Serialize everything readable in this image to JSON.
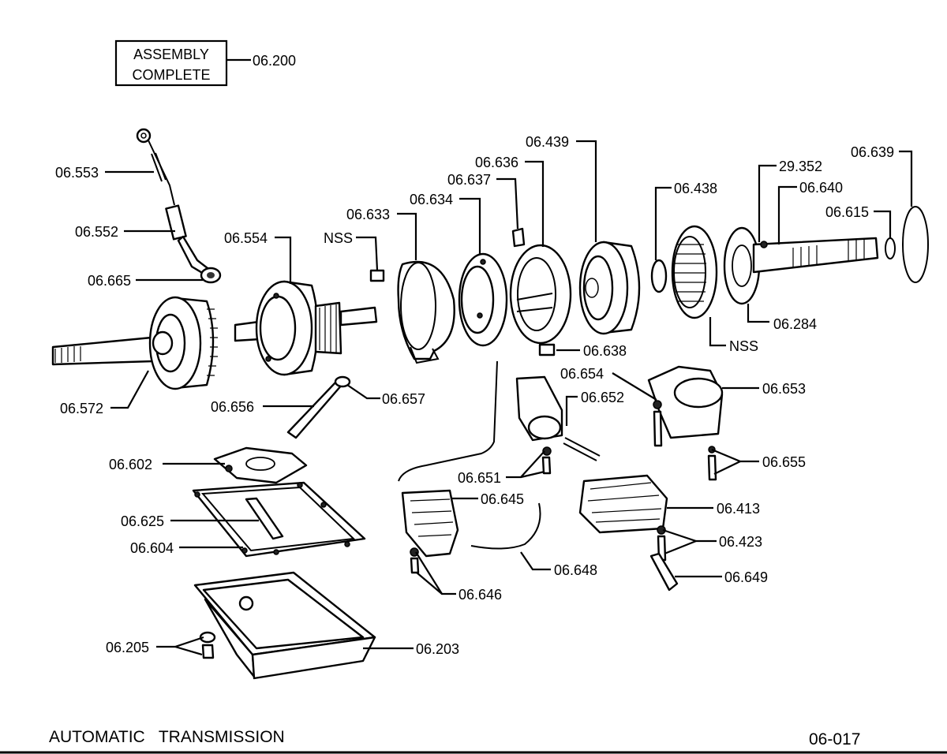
{
  "assembly_box": {
    "line1": "ASSEMBLY",
    "line2": "COMPLETE",
    "ref": "06.200"
  },
  "labels": {
    "l06553": "06.553",
    "l06552": "06.552",
    "l06665": "06.665",
    "l06554": "06.554",
    "l06572": "06.572",
    "l06656": "06.656",
    "l06657": "06.657",
    "l06602": "06.602",
    "l06625": "06.625",
    "l06604": "06.604",
    "l06205": "06.205",
    "l06203": "06.203",
    "l06633": "06.633",
    "nss1": "NSS",
    "l06634": "06.634",
    "l06637": "06.637",
    "l06636": "06.636",
    "l06439": "06.439",
    "l06638": "06.638",
    "l06438": "06.438",
    "nss2": "NSS",
    "l29352": "29.352",
    "l06640": "06.640",
    "l06615": "06.615",
    "l06639": "06.639",
    "l06284": "06.284",
    "l06654": "06.654",
    "l06652": "06.652",
    "l06653": "06.653",
    "l06651": "06.651",
    "l06655": "06.655",
    "l06645": "06.645",
    "l06413": "06.413",
    "l06423": "06.423",
    "l06648": "06.648",
    "l06649": "06.649",
    "l06646": "06.646"
  },
  "footer": {
    "title": "AUTOMATIC   TRANSMISSION",
    "page": "06-017"
  }
}
